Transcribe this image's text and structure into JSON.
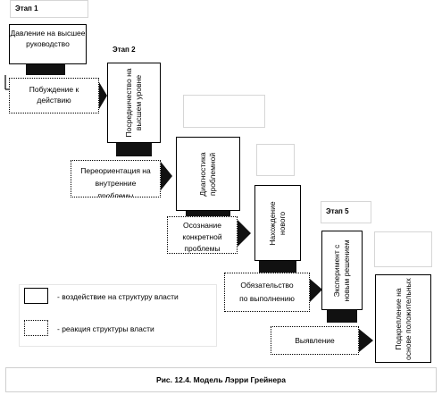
{
  "stages": {
    "stage1": "Этап 1",
    "stage2": "Этап 2",
    "stage5": "Этап 5"
  },
  "boxes": {
    "pressure": "Давление на высшее руководство",
    "mediation": "Посредничество на высшем уровне",
    "diagnosis": "Диагностика проблемной",
    "discovery": "Нахождение нового",
    "experiment": "Эксперимент с новым решением",
    "reinforcement": "Подкрепление на основе положительных"
  },
  "reactions": {
    "motivation": "Побуждение к действию",
    "reorientation": "Переориентация на внутренние проблемы",
    "awareness": "Осознание конкретной проблемы",
    "commitment": "Обязательство по выполнению",
    "identification": "Выявление"
  },
  "legend": {
    "impact": "- воздействие на структуру власти",
    "reaction": "- реакция структуры власти"
  },
  "caption": "Рис. 12.4. Модель Лэрри Грейнера"
}
